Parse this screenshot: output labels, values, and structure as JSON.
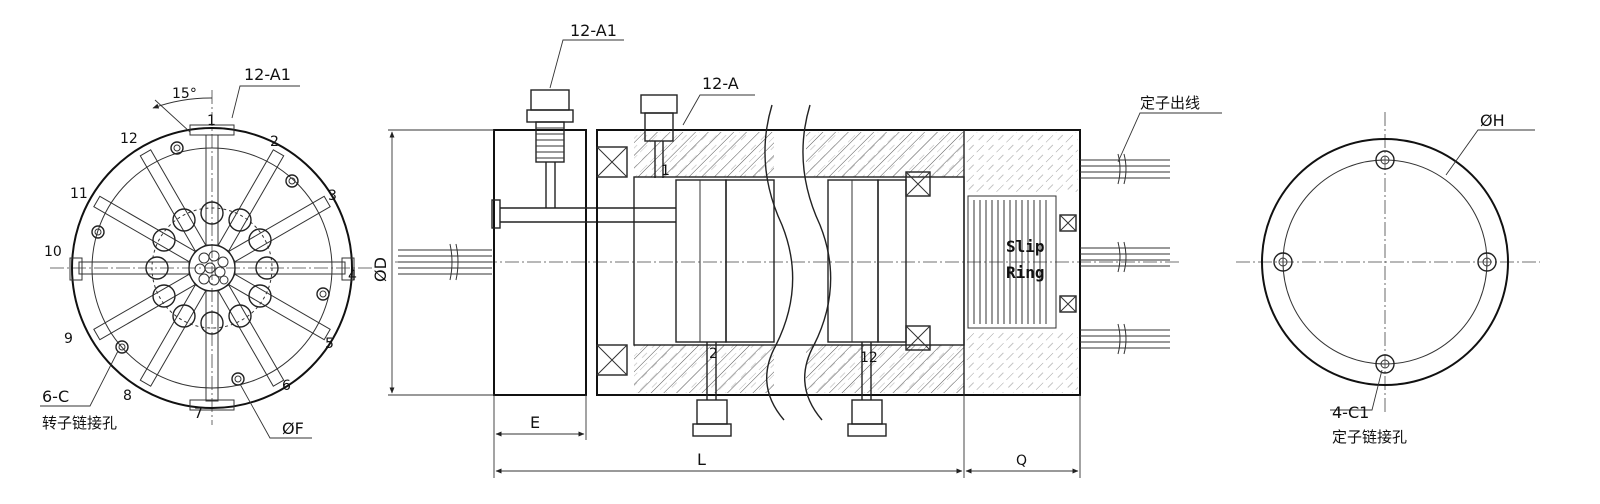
{
  "front_view": {
    "angle_label": "15°",
    "port_callout": "12-A1",
    "port_numbers": [
      "1",
      "2",
      "3",
      "4",
      "5",
      "6",
      "7",
      "8",
      "9",
      "10",
      "11",
      "12"
    ],
    "hole_callout": "6-C",
    "hole_note": "转子链接孔",
    "diameter_label": "ØF"
  },
  "side_view": {
    "top_port_callout": "12-A1",
    "radial_port_callout": "12-A",
    "wire_label": "定子出线",
    "diameter_label": "ØD",
    "channel_labels": [
      "1",
      "2",
      "12"
    ],
    "slip_ring_text": [
      "Slip",
      "Ring"
    ],
    "dim_e": "E",
    "dim_l": "L",
    "dim_q": "Q"
  },
  "end_view": {
    "diameter_label": "ØH",
    "hole_callout": "4-C1",
    "hole_note": "定子链接孔"
  }
}
